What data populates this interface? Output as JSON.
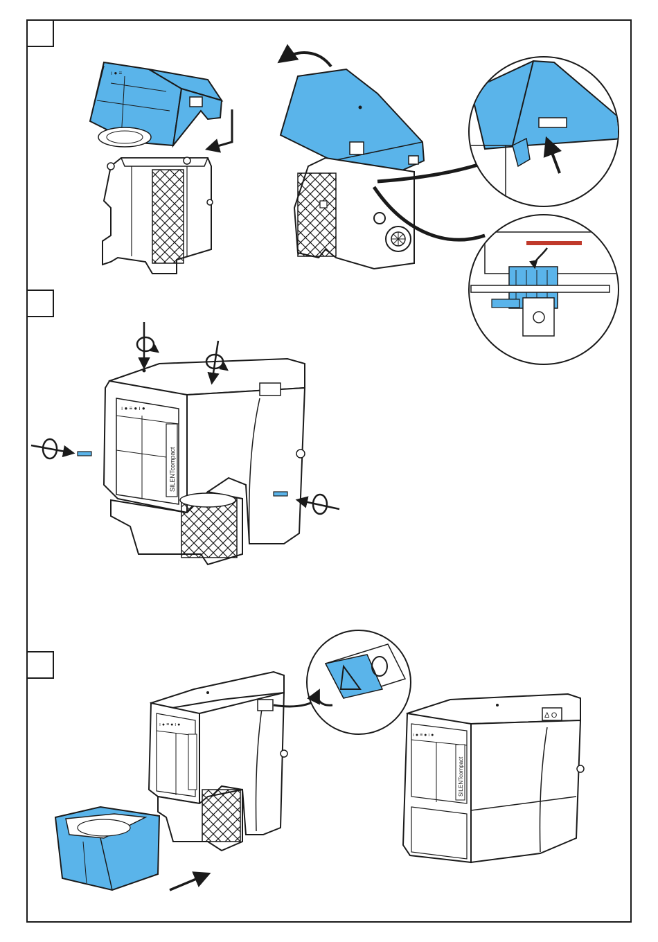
{
  "colors": {
    "accent_blue": "#5ab4ea",
    "line": "#1a1a1a",
    "body_fill": "#ffffff",
    "label_red": "#c0392b"
  },
  "steps": [
    {
      "id": "step-1",
      "number": ""
    },
    {
      "id": "step-2",
      "number": ""
    },
    {
      "id": "step-3",
      "number": ""
    }
  ],
  "device": {
    "side_label": "SILENTcompact"
  },
  "icons": {
    "rotate": "rotate-arrow-icon",
    "push": "push-arrow-icon",
    "unscrew": "unscrew-icon",
    "slide": "slide-in-arrow-icon",
    "sticker_triangle": "triangle-symbol-icon",
    "sticker_circle": "circle-symbol-icon"
  }
}
